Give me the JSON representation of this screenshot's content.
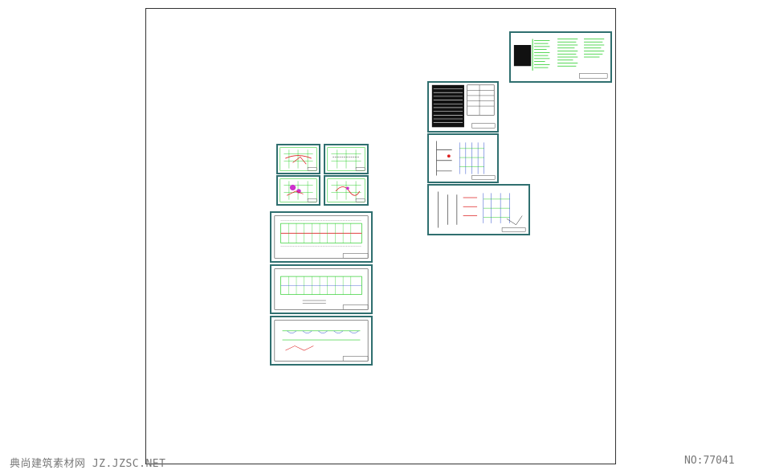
{
  "watermark": {
    "site": "典尚建筑素材网 JZ.JZSC.NET",
    "id": "NO:77041"
  },
  "colors": {
    "frame": "#333333",
    "sheet_border": "#2f6f6f",
    "drawing_green": "#22cc22",
    "drawing_red": "#dd2222",
    "drawing_magenta": "#cc33cc",
    "drawing_blue": "#2244cc",
    "ink": "#111111"
  },
  "sheets": [
    {
      "id": "plan-a"
    },
    {
      "id": "plan-b"
    },
    {
      "id": "plan-c"
    },
    {
      "id": "plan-d"
    },
    {
      "id": "floor-plan-1"
    },
    {
      "id": "floor-plan-2"
    },
    {
      "id": "floor-plan-3"
    },
    {
      "id": "table-sheet"
    },
    {
      "id": "riser-diagram-1"
    },
    {
      "id": "riser-diagram-2"
    },
    {
      "id": "notes-sheet"
    }
  ]
}
